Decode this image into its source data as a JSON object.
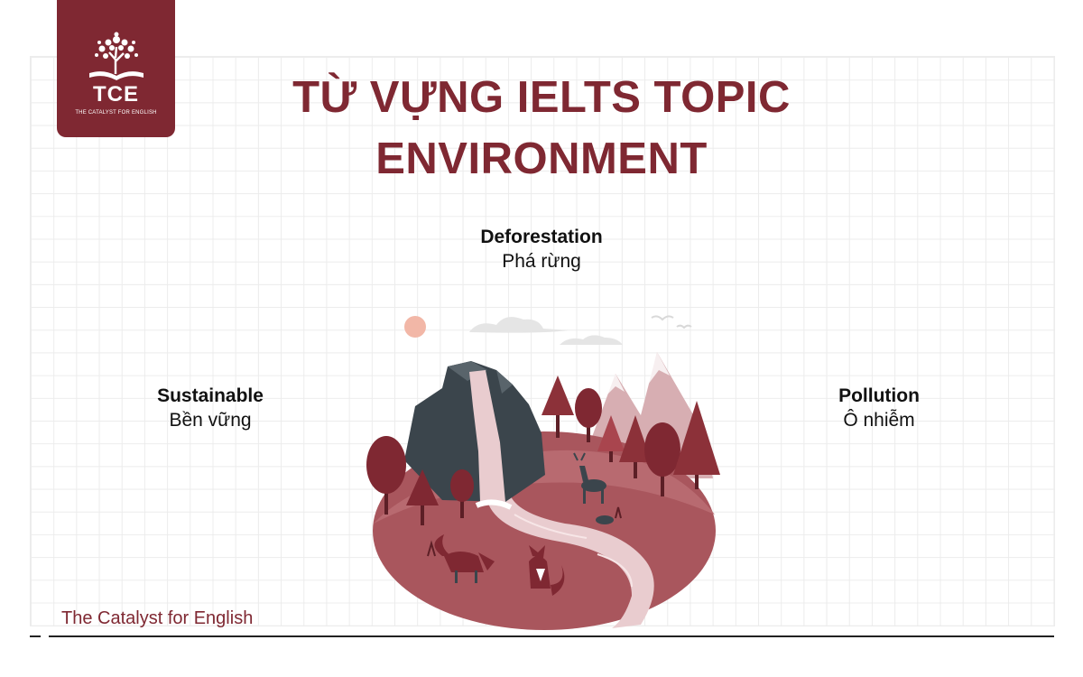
{
  "logo": {
    "mark": "TCE",
    "tagline": "THE CATALYST FOR ENGLISH"
  },
  "title": {
    "line1": "TỪ VỰNG IELTS TOPIC",
    "line2": "ENVIRONMENT"
  },
  "vocab": [
    {
      "en": "Deforestation",
      "vi": "Phá rừng"
    },
    {
      "en": "Sustainable",
      "vi": "Bền vững"
    },
    {
      "en": "Pollution",
      "vi": "Ô nhiễm"
    }
  ],
  "footer": {
    "brand": "The Catalyst for English"
  },
  "colors": {
    "brand": "#7f2832",
    "ground": "#a9565d",
    "rock": "#3b454c",
    "river": "#e9cccf"
  }
}
